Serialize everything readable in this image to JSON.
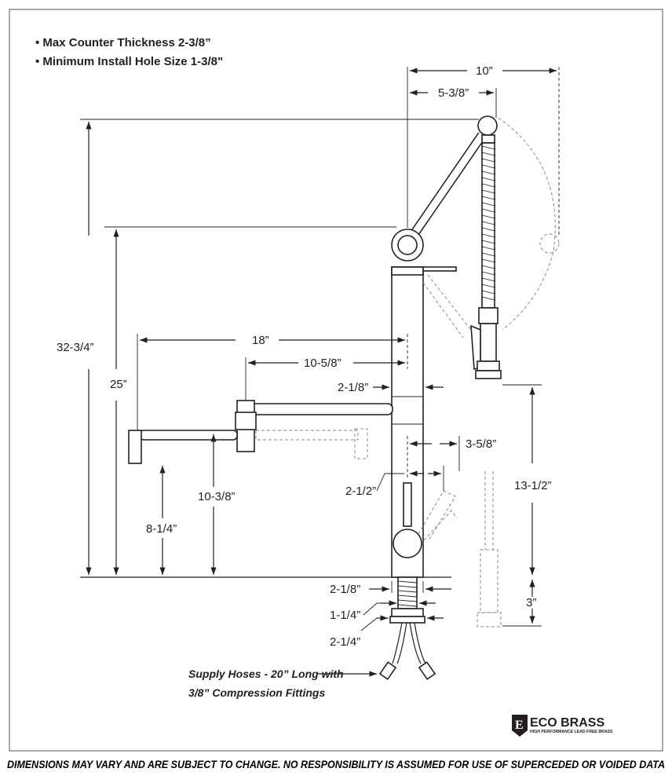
{
  "notes": [
    "• Max Counter Thickness 2-3/8”",
    "• Minimum Install Hole Size 1-3/8\""
  ],
  "dimensions": {
    "overall_height": "32-3/4”",
    "spout_height": "25”",
    "pot_filler_reach": "18”",
    "pot_filler_folded_reach": "10-5/8”",
    "sprayer_reach": "10”",
    "arm_reach": "5-3/8”",
    "body_diameter": "2-1/8”",
    "handle_reach": "3-5/8”",
    "handle_offset": "2-1/2”",
    "sprayer_clearance": "13-1/2”",
    "sprayer_length": "3”",
    "pot_filler_height": "10-3/8”",
    "pot_filler_outlet_height": "8-1/4”",
    "shank_diameter": "2-1/8”",
    "shank_thread": "1-1/4”",
    "washer_diameter": "2-1/4”"
  },
  "supply_hoses": {
    "line1": "Supply Hoses - 20” Long with",
    "line2": "3/8” Compression Fittings"
  },
  "logo": {
    "name": "ECO BRASS",
    "tagline": "HIGH PERFORMANCE LEAD FREE BRASS"
  },
  "disclaimer": "DIMENSIONS MAY VARY AND ARE SUBJECT TO CHANGE. NO RESPONSIBILITY IS ASSUMED FOR USE OF SUPERCEDED OR VOIDED DATA"
}
